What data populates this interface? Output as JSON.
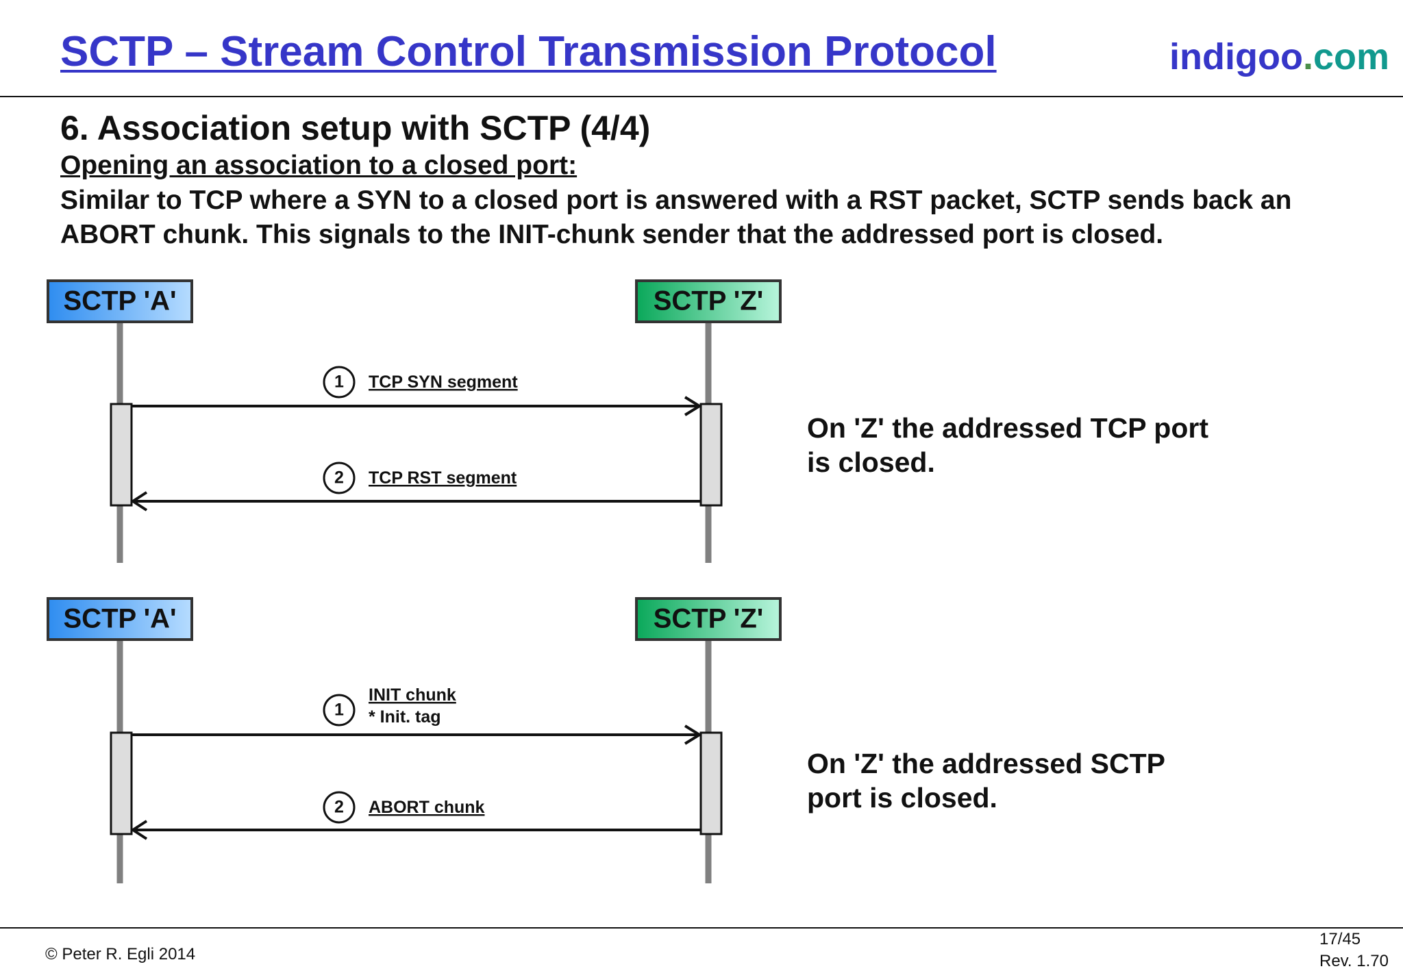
{
  "header": {
    "title": "SCTP – Stream Control Transmission Protocol",
    "logo": {
      "brand": "indigoo",
      "dot": ".",
      "tld": "com"
    }
  },
  "section": {
    "heading": "6. Association setup with SCTP (4/4)",
    "subheading": "Opening an association to a closed port:",
    "body": "Similar to TCP where a SYN to a closed port is answered with a RST packet, SCTP sends back an ABORT chunk. This signals to the INIT-chunk sender that the addressed port is closed."
  },
  "diagrams": [
    {
      "left_endpoint": "SCTP 'A'",
      "right_endpoint": "SCTP 'Z'",
      "messages": [
        {
          "number": "1",
          "label": "TCP SYN segment",
          "detail": ""
        },
        {
          "number": "2",
          "label": "TCP RST segment",
          "detail": ""
        }
      ],
      "note": "On 'Z' the addressed TCP port is closed."
    },
    {
      "left_endpoint": "SCTP 'A'",
      "right_endpoint": "SCTP 'Z'",
      "messages": [
        {
          "number": "1",
          "label": "INIT chunk",
          "detail": "* Init. tag"
        },
        {
          "number": "2",
          "label": "ABORT chunk",
          "detail": ""
        }
      ],
      "note": "On 'Z' the addressed SCTP port is closed."
    }
  ],
  "footer": {
    "copyright": "© Peter R. Egli 2014",
    "page": "17/45",
    "revision": "Rev. 1.70"
  },
  "colors": {
    "title": "#3636c8",
    "logo_tld": "#11998e",
    "endpoint_a": "#4aa0f0",
    "endpoint_z": "#19b56e",
    "lifeline": "#808080"
  }
}
